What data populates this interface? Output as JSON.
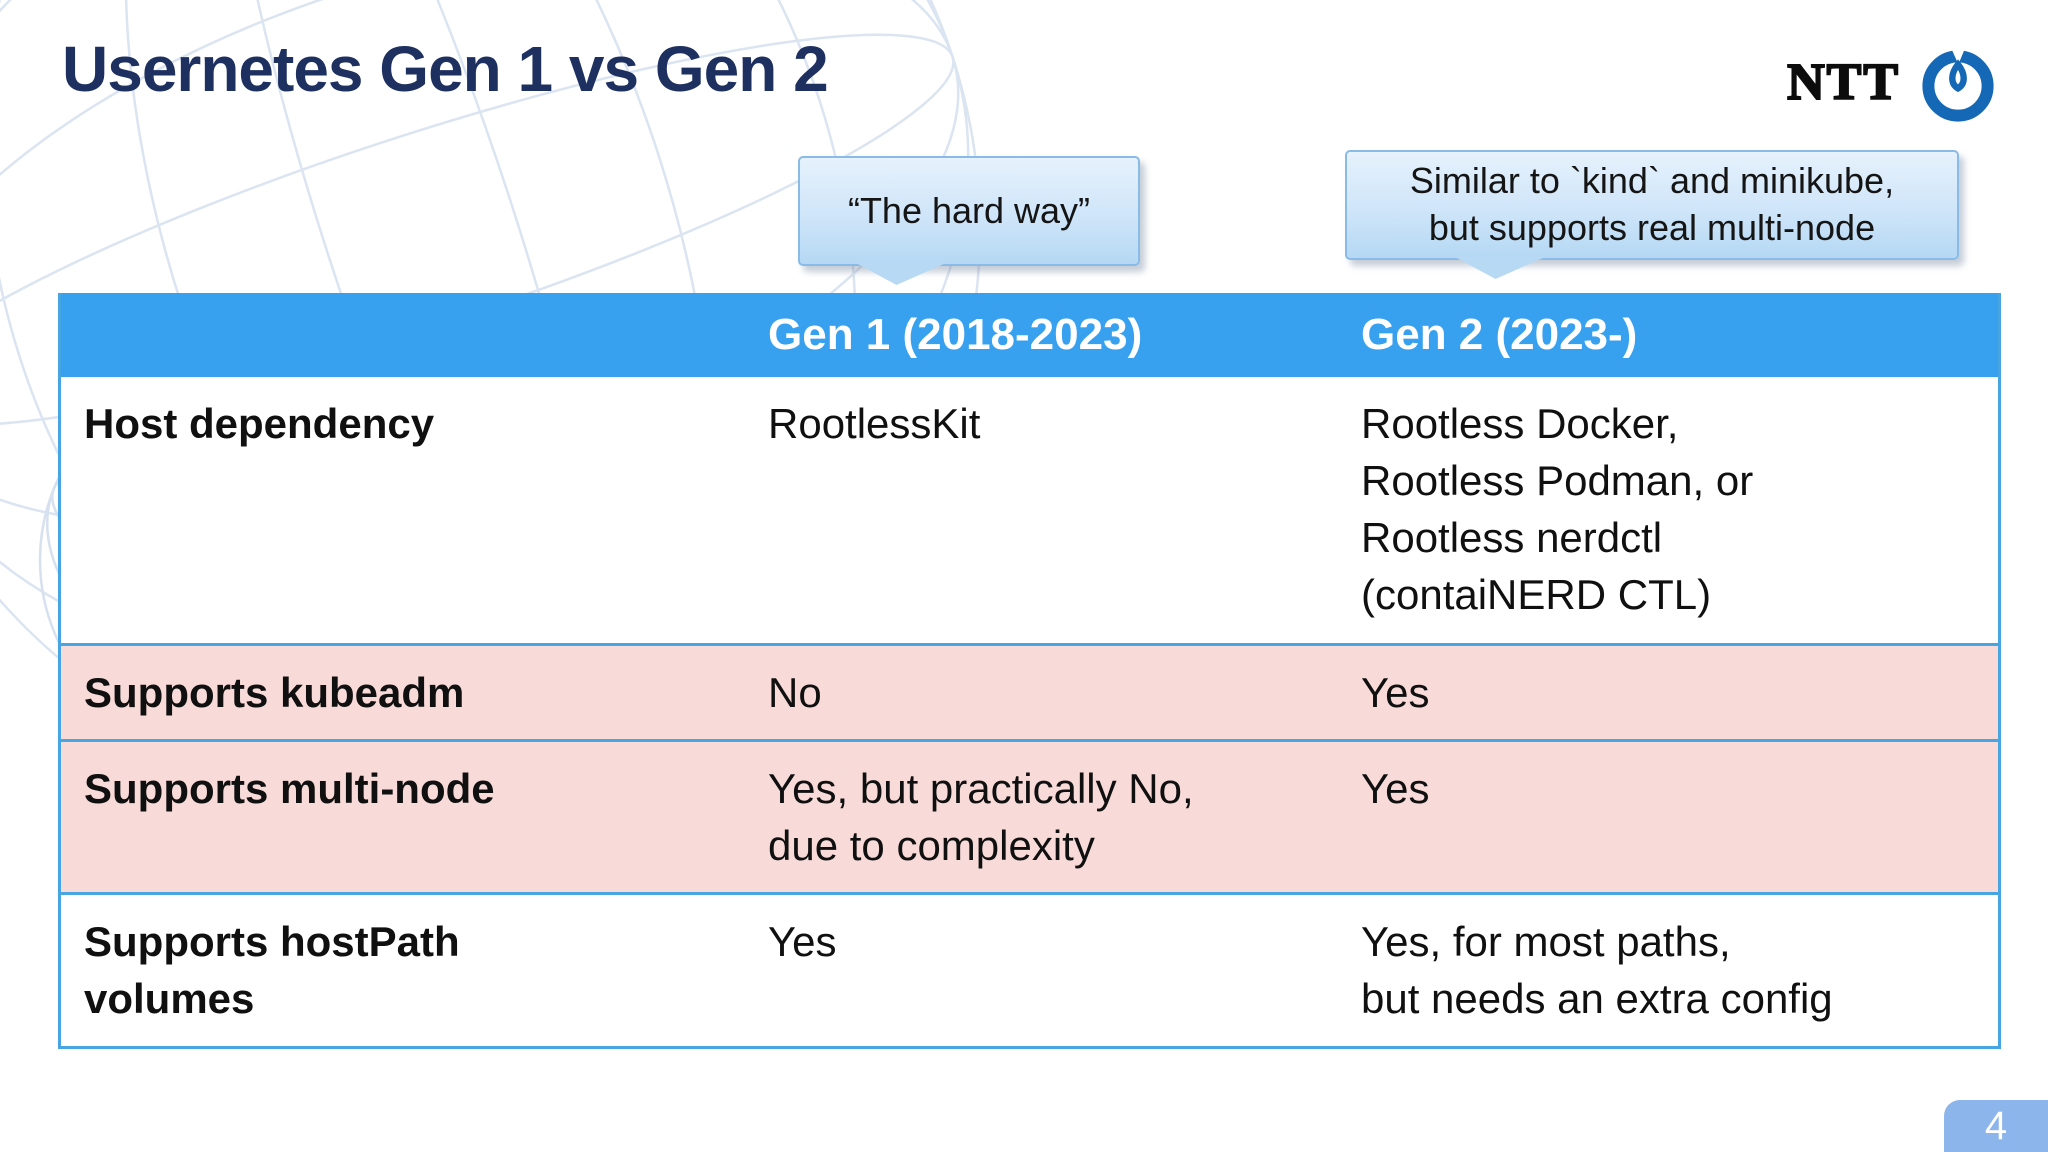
{
  "slide": {
    "title": "Usernetes Gen 1 vs Gen 2",
    "page_number": "4"
  },
  "logo": {
    "wordmark": "NTT",
    "icon": "ntt-dynamic-loop-icon"
  },
  "callouts": {
    "gen1": {
      "text": "“The hard way”"
    },
    "gen2": {
      "text": "Similar to `kind` and minikube,\nbut supports real multi-node"
    }
  },
  "table": {
    "header": {
      "gen1": "Gen 1 (2018-2023)",
      "gen2": "Gen 2 (2023-)"
    },
    "rows": [
      {
        "label": "Host dependency",
        "gen1": "RootlessKit",
        "gen2": "Rootless Docker,\nRootless Podman, or\nRootless nerdctl\n(contaiNERD CTL)",
        "highlighted": false
      },
      {
        "label": "Supports kubeadm",
        "gen1": "No",
        "gen2": "Yes",
        "highlighted": true
      },
      {
        "label": "Supports multi-node",
        "gen1": "Yes, but practically No,\ndue to complexity",
        "gen2": "Yes",
        "highlighted": true
      },
      {
        "label": "Supports hostPath\nvolumes",
        "gen1": "Yes",
        "gen2": "Yes, for most paths,\nbut needs an extra config",
        "highlighted": false
      }
    ]
  },
  "colors": {
    "title_navy": "#1e3060",
    "table_header_bg": "#38a1ef",
    "table_header_text": "#ffffff",
    "row_highlight_pink": "#f8dbd9",
    "table_border_blue": "#47a5e2",
    "callout_border": "#8abbe6",
    "callout_fill_top": "#e6f2fd",
    "callout_fill_bottom": "#b5d8f4",
    "page_badge_bg": "#8cb5eb",
    "ntt_blue": "#1568b5"
  }
}
